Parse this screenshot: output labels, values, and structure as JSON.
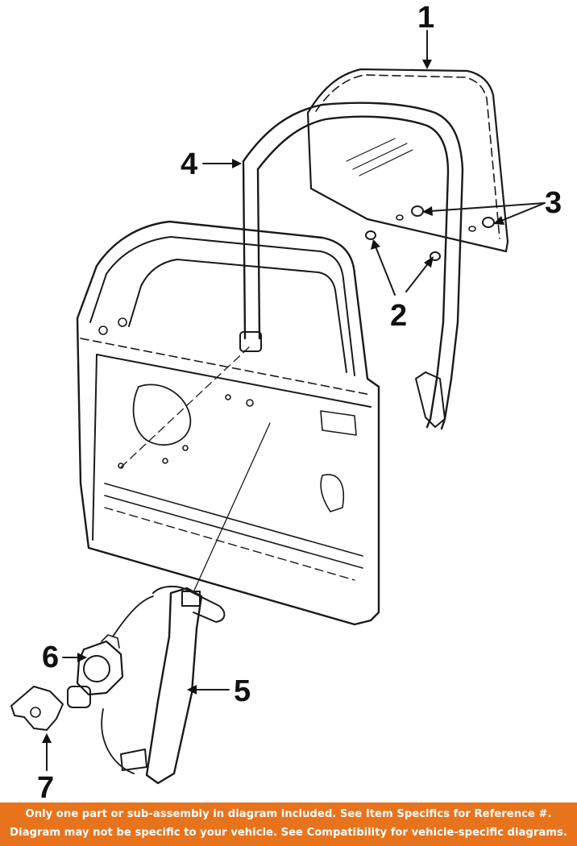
{
  "colors": {
    "banner_background": "#e8731d",
    "banner_text": "#ffffff",
    "line_art": "#1a1a1a"
  },
  "callouts": {
    "part_1": "1",
    "part_2": "2",
    "part_3": "3",
    "part_4": "4",
    "part_5": "5",
    "part_6": "6",
    "part_7": "7"
  },
  "disclaimer": {
    "line_1": "Only one part or sub-assembly in diagram included. See Item Specifics for Reference #.",
    "line_2": "Diagram may not be specific to your vehicle. See Compatibility for vehicle-specific diagrams."
  }
}
